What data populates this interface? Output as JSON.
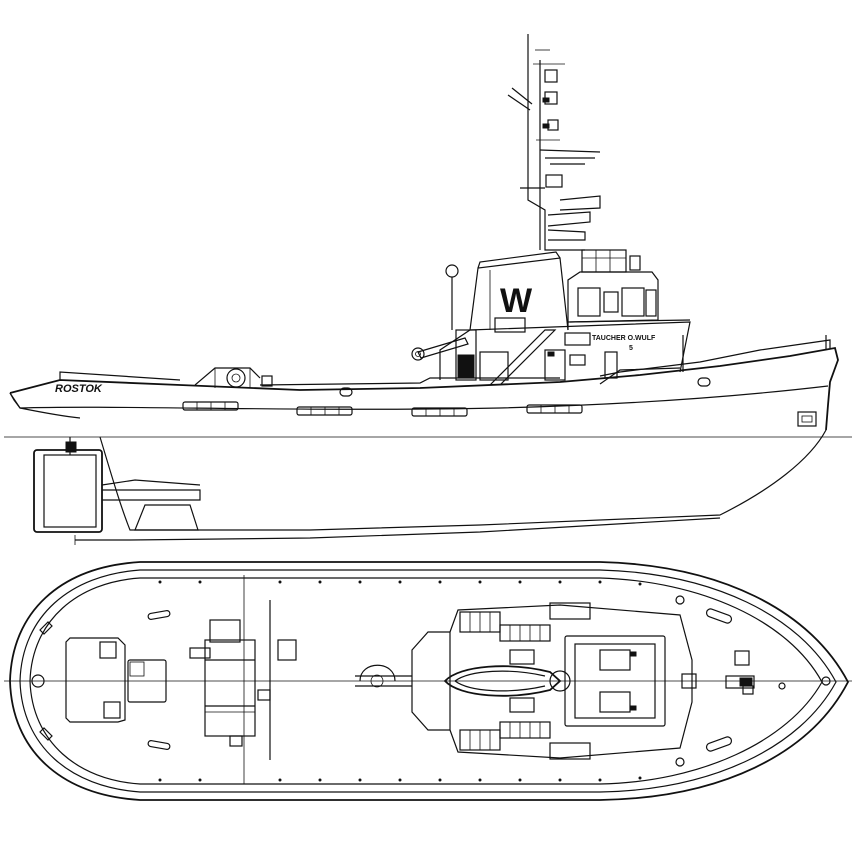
{
  "side_view": {
    "stern_name": "ROSTOK",
    "funnel_logo": "W",
    "bridge_name": "TAUCHER O.WULF",
    "bridge_number": "5"
  }
}
